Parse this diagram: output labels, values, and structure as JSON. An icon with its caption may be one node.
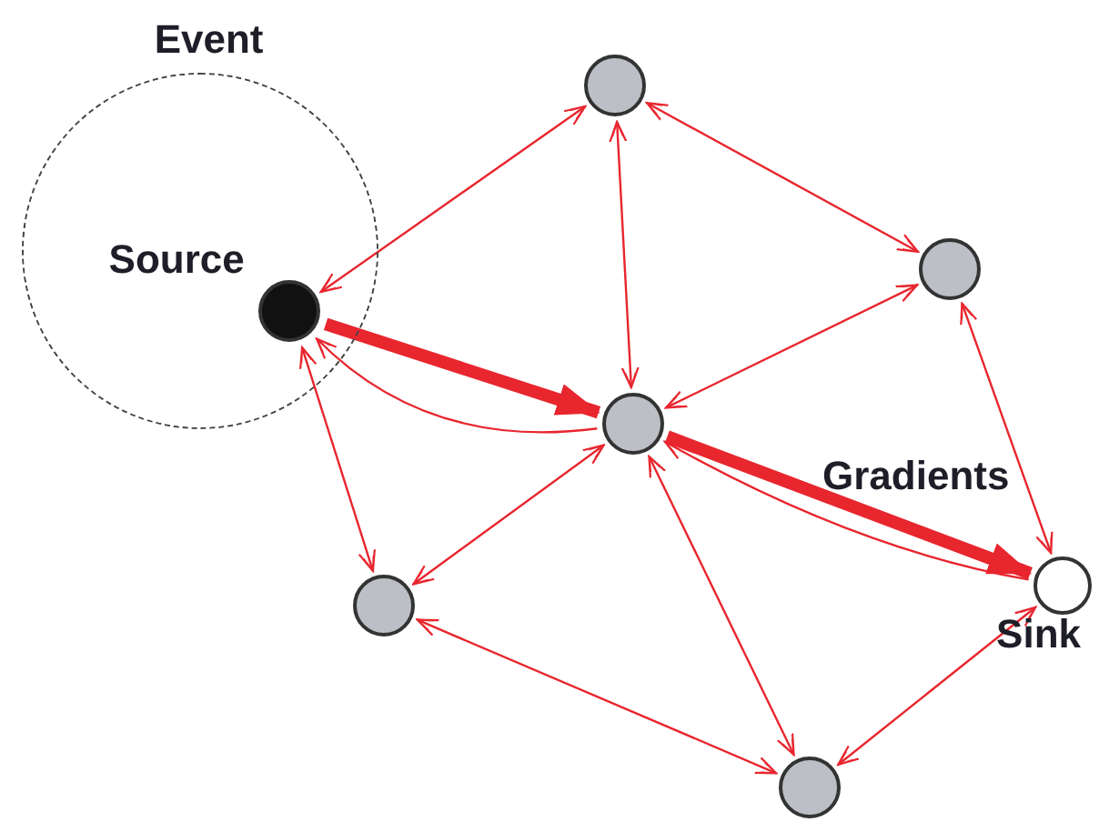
{
  "diagram": {
    "nodes": [
      {
        "text": [
          "Event"
        ]
      },
      {
        "text": [],
        "shape": "circle"
      },
      {
        "text": [],
        "shape": "circle",
        "in": 0,
        "beside": [
          "Source"
        ]
      },
      {
        "text": [],
        "shape": "circle"
      },
      {
        "text": [],
        "shape": "circle"
      },
      {
        "text": [],
        "shape": "circle",
        "beside": [
          "Sink"
        ]
      },
      {
        "text": [],
        "shape": "circle"
      },
      {
        "text": [],
        "shape": "circle"
      }
    ],
    "edges": [
      {
        "from": 1,
        "to": 2,
        "arrow": "both"
      },
      {
        "from": 1,
        "to": 3,
        "arrow": "both"
      },
      {
        "from": 1,
        "to": 4,
        "arrow": "both"
      },
      {
        "from": 3,
        "to": 4,
        "arrow": "both"
      },
      {
        "from": 3,
        "to": 5,
        "arrow": "both"
      },
      {
        "from": 2,
        "to": 4,
        "arrow": "to",
        "style": "thick"
      },
      {
        "from": 4,
        "to": 2,
        "arrow": "to"
      },
      {
        "from": 4,
        "to": 5,
        "arrow": "to",
        "style": "thick"
      },
      {
        "from": 5,
        "to": 4,
        "arrow": "to"
      },
      {
        "from": 2,
        "to": 6,
        "arrow": "both"
      },
      {
        "from": 6,
        "to": 4,
        "arrow": "both"
      },
      {
        "from": 4,
        "to": 7,
        "arrow": "both"
      },
      {
        "from": 6,
        "to": 7,
        "arrow": "both"
      },
      {
        "from": 5,
        "to": 7,
        "arrow": "both"
      }
    ],
    "labels": [
      "Gradients"
    ]
  }
}
